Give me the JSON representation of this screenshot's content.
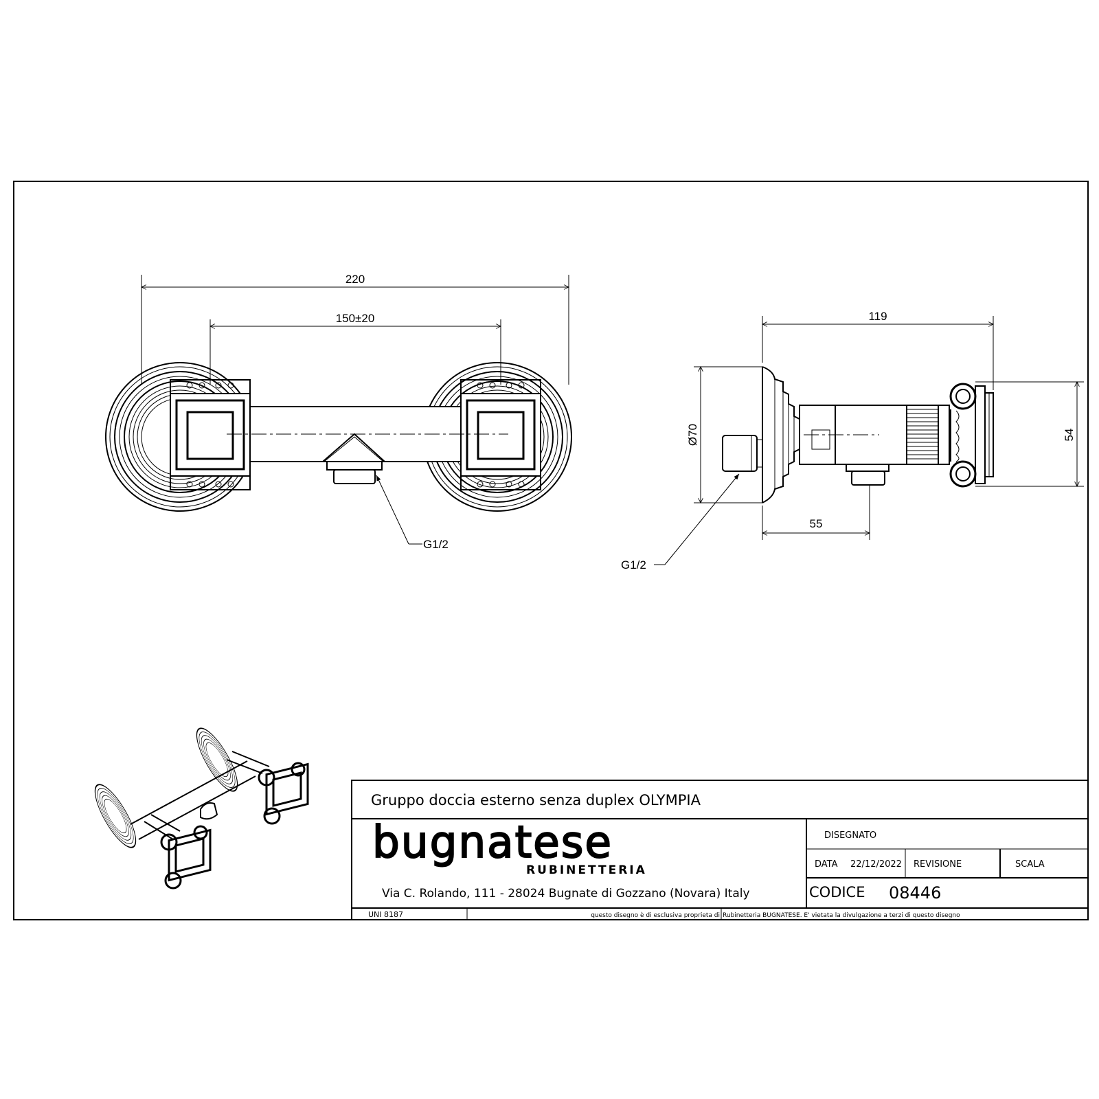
{
  "front_view": {
    "dim_overall": "220",
    "dim_centers": "150±20",
    "outlet_thread": "G1/2"
  },
  "side_view": {
    "dim_depth": "119",
    "dim_diameter": "Ø70",
    "dim_height": "54",
    "dim_outlet": "55",
    "inlet_thread": "G1/2"
  },
  "title_block": {
    "title": "Gruppo doccia esterno senza duplex OLYMPIA",
    "brand": "bugnatese",
    "brand_sub": "RUBINETTERIA",
    "address": "Via C. Rolando, 111 - 28024 Bugnate di Gozzano (Novara) Italy",
    "drawn_label": "DISEGNATO",
    "date_label": "DATA",
    "date_value": "22/12/2022",
    "revision_label": "REVISIONE",
    "scale_label": "SCALA",
    "code_label": "CODICE",
    "code_value": "08446",
    "standard": "UNI 8187",
    "disclaimer_a": "questo disegno è di esclusiva proprieta di",
    "disclaimer_b": "Rubinetteria BUGNATESE. E' vietata la divulgazione a terzi di questo disegno"
  }
}
